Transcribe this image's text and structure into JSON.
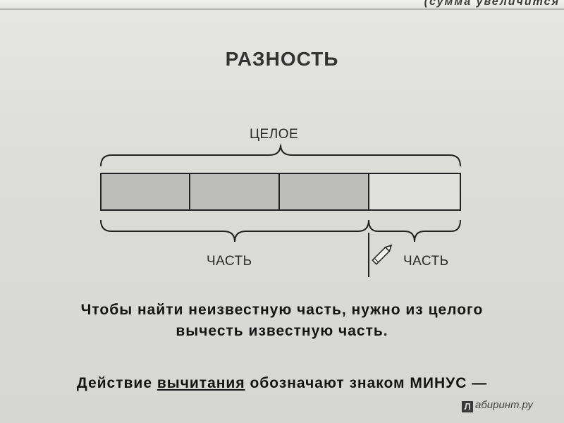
{
  "top_text": "(сумма увеличится",
  "heading": "РАЗНОСТЬ",
  "diagram": {
    "whole_label": "ЦЕЛОЕ",
    "part_label_left": "ЧАСТЬ",
    "part_label_right": "ЧАСТЬ",
    "segments": 4,
    "shaded_segments": 3,
    "shade_color": "#bdbdbb",
    "icon": "pencil-icon"
  },
  "rule": {
    "line1": "Чтобы найти неизвестную часть, нужно из целого",
    "line2": "вычесть известную часть.",
    "line3_prefix": "Действие ",
    "line3_term": "вычитания",
    "line3_suffix": " обозначают знаком МИНУС —"
  },
  "watermark": {
    "logo": "Л",
    "text": "абиринт.ру"
  }
}
